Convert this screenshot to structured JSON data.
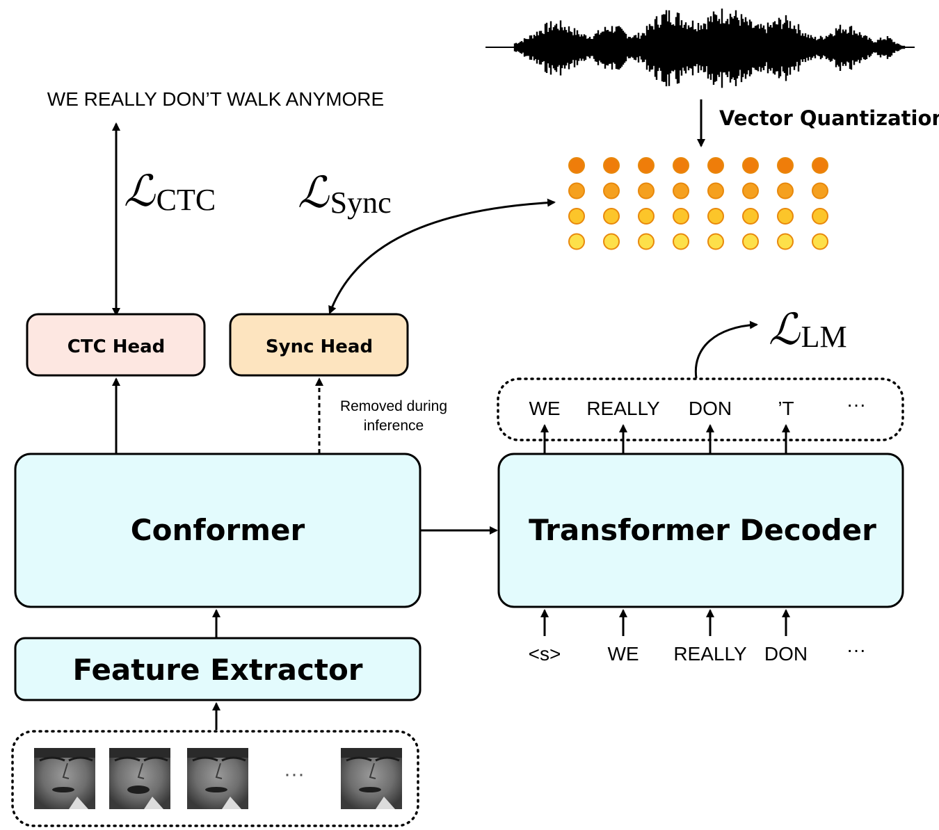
{
  "transcript": "WE REALLY DON’T WALK ANYMORE",
  "vector_quantization_label": "Vector Quantization",
  "losses": {
    "ctc": {
      "symbol": "ℒ",
      "sub": "CTC"
    },
    "sync": {
      "symbol": "ℒ",
      "sub": "Sync"
    },
    "lm": {
      "symbol": "ℒ",
      "sub": "LM"
    }
  },
  "heads": {
    "ctc": "CTC Head",
    "sync": "Sync Head"
  },
  "removed_note": [
    "Removed during",
    "inference"
  ],
  "blocks": {
    "conformer": "Conformer",
    "decoder": "Transformer Decoder",
    "feature_extractor": "Feature Extractor"
  },
  "decoder_outputs": [
    "WE",
    "REALLY",
    "DON",
    "’T",
    "···"
  ],
  "decoder_inputs": [
    "<s>",
    "WE",
    "REALLY",
    "DON",
    "···"
  ],
  "frames_ellipsis": "···",
  "colors": {
    "ctc_head_fill": "#fde7e1",
    "sync_head_fill": "#fde4bf",
    "block_fill": "#e3fbfd",
    "vq_row1": "#ef7d0a",
    "vq_row2": "#f5a01f",
    "vq_row3": "#fcc52a",
    "vq_row4": "#fde04a"
  }
}
